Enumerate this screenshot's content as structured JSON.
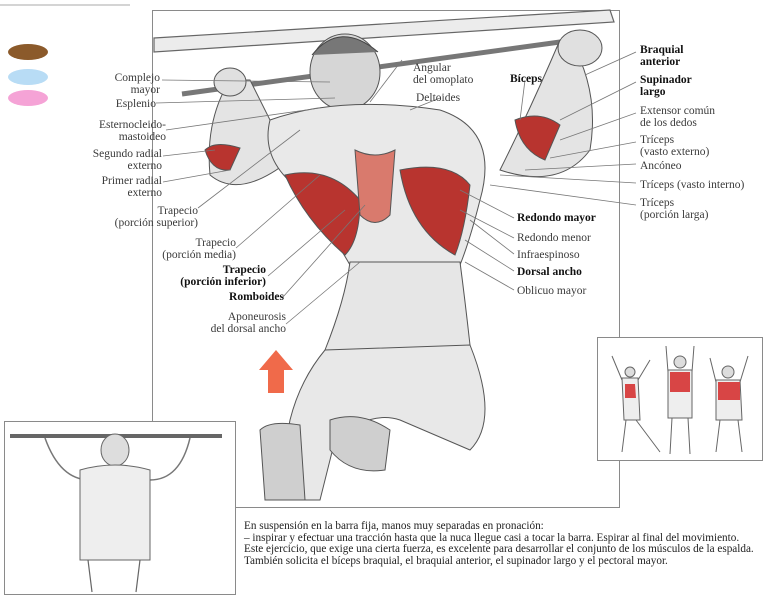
{
  "legend": {
    "swatches": [
      {
        "color": "#8b5a2b"
      },
      {
        "color": "#b8dcf5"
      },
      {
        "color": "#f5a3d6"
      }
    ]
  },
  "colors": {
    "muscle": "#b8342f",
    "muscle_light": "#d97a6d",
    "arrow": "#f06a4a",
    "body": "#e6e6e6",
    "outline": "#555555"
  },
  "labels_left": [
    {
      "text": "Complejo\nmayor",
      "bold": false
    },
    {
      "text": "Esplenio",
      "bold": false
    },
    {
      "text": "Esternocleido-\nmastoideo",
      "bold": false
    },
    {
      "text": "Segundo radial\nexterno",
      "bold": false
    },
    {
      "text": "Primer radial\nexterno",
      "bold": false
    },
    {
      "text": "Trapecio\n(porción superior)",
      "bold": false
    },
    {
      "text": "Trapecio\n(porción media)",
      "bold": false
    },
    {
      "text": "Trapecio\n(porción inferior)",
      "bold": true
    },
    {
      "text": "Romboides",
      "bold": true
    },
    {
      "text": "Aponeurosis\ndel dorsal ancho",
      "bold": false
    }
  ],
  "labels_top": [
    {
      "text": "Angular\ndel omoplato",
      "bold": false
    },
    {
      "text": "Deltoides",
      "bold": false
    },
    {
      "text": "Bíceps",
      "bold": true
    }
  ],
  "labels_right": [
    {
      "text": "Braquial\nanterior",
      "bold": true
    },
    {
      "text": "Supinador\nlargo",
      "bold": true
    },
    {
      "text": "Extensor común\nde los dedos",
      "bold": false
    },
    {
      "text": "Tríceps\n(vasto externo)",
      "bold": false
    },
    {
      "text": "Ancóneo",
      "bold": false
    },
    {
      "text": "Tríceps (vasto interno)",
      "bold": false
    },
    {
      "text": "Tríceps\n(porción larga)",
      "bold": false
    },
    {
      "text": "Redondo mayor",
      "bold": true
    },
    {
      "text": "Redondo menor",
      "bold": false
    },
    {
      "text": "Infraespinoso",
      "bold": false
    },
    {
      "text": "Dorsal ancho",
      "bold": true
    },
    {
      "text": "Oblicuo mayor",
      "bold": false
    }
  ],
  "caption": {
    "line1": "En suspensión en la barra fija, manos muy separadas en pronación:",
    "line2": "– inspirar y efectuar una tracción hasta que la nuca llegue casi a tocar la barra. Espirar al final del movimiento.",
    "line3": "Este ejercicio, que exige una cierta fuerza, es excelente para desarrollar el conjunto de los músculos de la espalda. También solicita el bíceps braquial, el braquial anterior, el supinador largo y el pectoral mayor."
  }
}
